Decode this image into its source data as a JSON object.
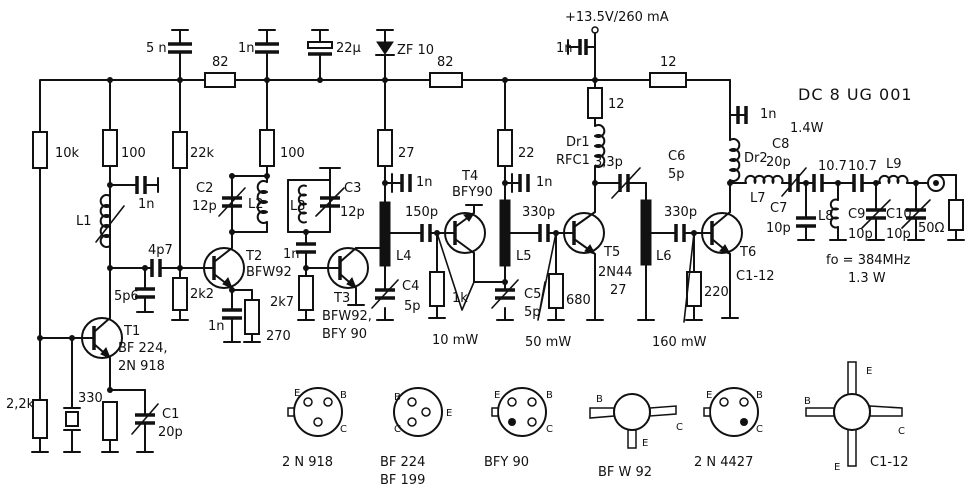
{
  "title": "DC 8 UG 001",
  "supply": "+13.5V/260 mA",
  "resistors": {
    "r_10k": "10k",
    "r_100a": "100",
    "r_22k": "22k",
    "r_82a": "82",
    "r_100b": "100",
    "r_27": "27",
    "r_82b": "82",
    "r_12a": "12",
    "r_12b": "12",
    "r_22": "22",
    "r_2k2": "2k2",
    "r_270": "270",
    "r_2k7": "2k7",
    "r_1k": "1k",
    "r_680": "680",
    "r_220": "220",
    "r_2_2k": "2,2k",
    "r_330": "330",
    "r_50": "50Ω"
  },
  "capacitors": {
    "c_5n": "5 n",
    "c_1n_top": "1n",
    "c_22u": "22μ",
    "c_1n_supply": "1n",
    "c_1n_l1": "1n",
    "c_4p7": "4p7",
    "c_5p6": "5p6",
    "c_1n_t2": "1n",
    "c_1n_l3": "1n",
    "c_1n_l4": "1n",
    "c_150p": "150p",
    "c_1n_l5": "1n",
    "c_330p_a": "330p",
    "c_3p3": "3,3p",
    "c_330p_b": "330p",
    "c_1n_dr2": "1n",
    "c1": "C1",
    "c1_val": "20p",
    "c2": "C2",
    "c2_val": "12p",
    "c3": "C3",
    "c3_val": "12p",
    "c4": "C4",
    "c4_val": "5p",
    "c5": "C5",
    "c5_val": "5p",
    "c6": "C6",
    "c6_val": "5p",
    "c7": "C7",
    "c7_val": "10p",
    "c8": "C8",
    "c8_val": "20p",
    "c9": "C9",
    "c9_val": "10p",
    "c10": "C10",
    "c10_val": "10p"
  },
  "inductors": {
    "l1": "L1",
    "l2": "L2",
    "l3": "L3",
    "l4": "L4",
    "l5": "L5",
    "l6": "L6",
    "l7": "L7",
    "l8": "L8",
    "l9": "L9",
    "dr1": "Dr1",
    "rfc1": "RFC1",
    "dr2": "Dr2"
  },
  "diode": "ZF 10",
  "transistors": {
    "t1_name": "T1",
    "t1_type_a": "BF 224,",
    "t1_type_b": "2N 918",
    "t2_name": "T2",
    "t2_type": "BFW92",
    "t3_name": "T3",
    "t3_type_a": "BFW92,",
    "t3_type_b": "BFY 90",
    "t4_name": "T4",
    "t4_type": "BFY90",
    "t5_name": "T5",
    "t5_type_a": "2N44",
    "t5_type_b": "27",
    "t6_name": "T6",
    "t6_type": "C1-12"
  },
  "levels": {
    "p1": "10 mW",
    "p2": "50 mW",
    "p3": "160 mW",
    "p4": "1.4W"
  },
  "line_labels": {
    "a": "10.7",
    "b": "10.7"
  },
  "output": {
    "freq": "fo = 384MHz",
    "power": "1.3 W"
  },
  "packages": {
    "2n918": "2 N 918",
    "bf224": "BF 224",
    "bf199": "BF 199",
    "bfy90": "BFY 90",
    "bfw92": "BF W 92",
    "2n4427": "2 N 4427",
    "c112": "C1-12",
    "pin_e": "E",
    "pin_b": "B",
    "pin_c": "C"
  }
}
